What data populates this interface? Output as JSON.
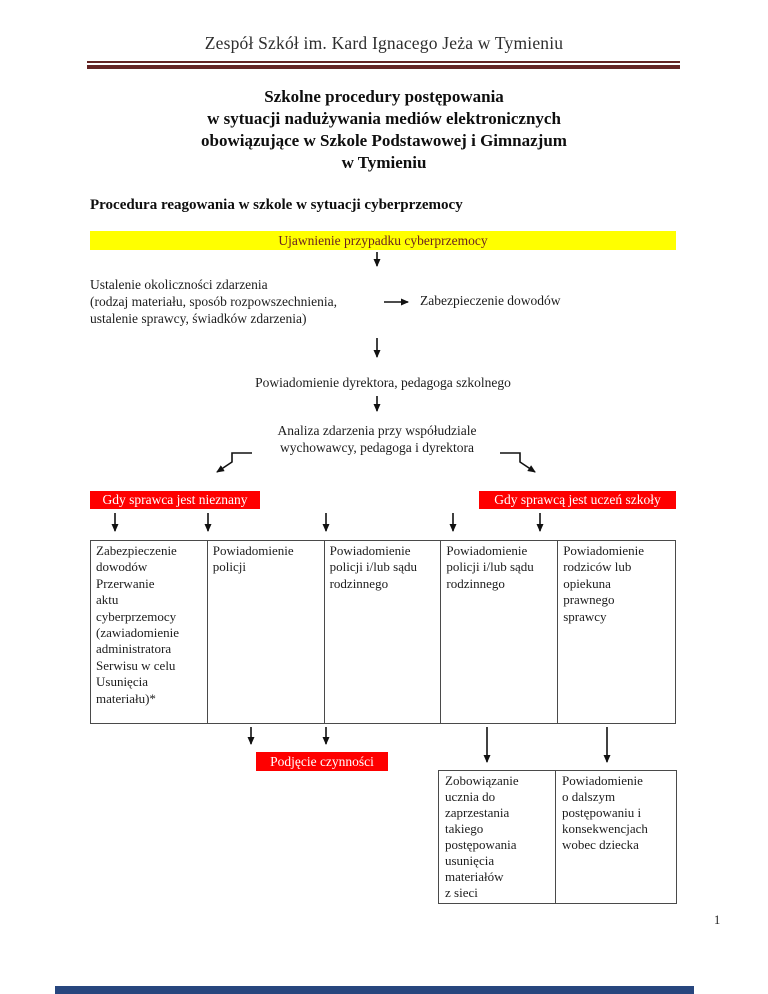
{
  "page": {
    "header_title": "Zespół Szkół im. Kard Ignacego Jeża w Tymieniu",
    "title_lines": [
      "Szkolne procedury postępowania",
      "w sytuacji nadużywania mediów elektronicznych",
      "obowiązujące w Szkole Podstawowej i Gimnazjum",
      "w Tymieniu"
    ],
    "subheading": "Procedura reagowania w szkole w sytuacji cyberprzemocy",
    "page_number": "1"
  },
  "flowchart": {
    "start_banner": "Ujawnienie przypadku cyberprzemocy",
    "establish_step": "Ustalenie okoliczności zdarzenia\n(rodzaj materiału, sposób rozpowszechnienia,\nustalenie sprawcy, świadków zdarzenia)",
    "secure_evidence_step": "Zabezpieczenie dowodów",
    "notify_step": "Powiadomienie dyrektora, pedagoga szkolnego",
    "analysis_step": "Analiza zdarzenia przy współudziale\nwychowawcy, pedagoga i dyrektora",
    "branch_unknown": "Gdy sprawca jest nieznany",
    "branch_student": "Gdy sprawcą jest uczeń szkoły",
    "actions_table": [
      "Zabezpieczenie\ndowodów\nPrzerwanie\naktu\ncyberprzemocy\n(zawiadomienie\nadministratora\nSerwisu w celu\nUsunięcia\nmateriału)*",
      "Powiadomienie\npolicji",
      "Powiadomienie\npolicji i/lub sądu\nrodzinnego",
      "Powiadomienie\npolicji i/lub sądu\nrodzinnego",
      "Powiadomienie\nrodziców lub\nopiekuna\nprawnego\nsprawcy"
    ],
    "take_action_banner": "Podjęcie czynności",
    "outcomes_table": [
      "Zobowiązanie\nucznia do\nzaprzestania\ntakiego\npostępowania\nusunięcia\nmateriałów\nz sieci",
      "Powiadomienie\no dalszym\npostępowaniu i\nkonsekwencjach\nwobec dziecka"
    ]
  },
  "colors": {
    "accent_rule": "#632423",
    "highlight_yellow": "#ffff00",
    "yellow_banner_text": "#6b241f",
    "highlight_red": "#fe0000",
    "viewer_bar_blue": "#27467e"
  }
}
